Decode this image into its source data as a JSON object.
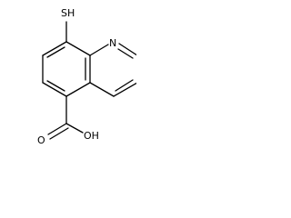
{
  "molecule": {
    "labels": {
      "thiol": "SH",
      "ring_nitrogen": "N",
      "acid_carbonyl_oxygen": "O",
      "acid_hydroxyl": "OH"
    }
  }
}
